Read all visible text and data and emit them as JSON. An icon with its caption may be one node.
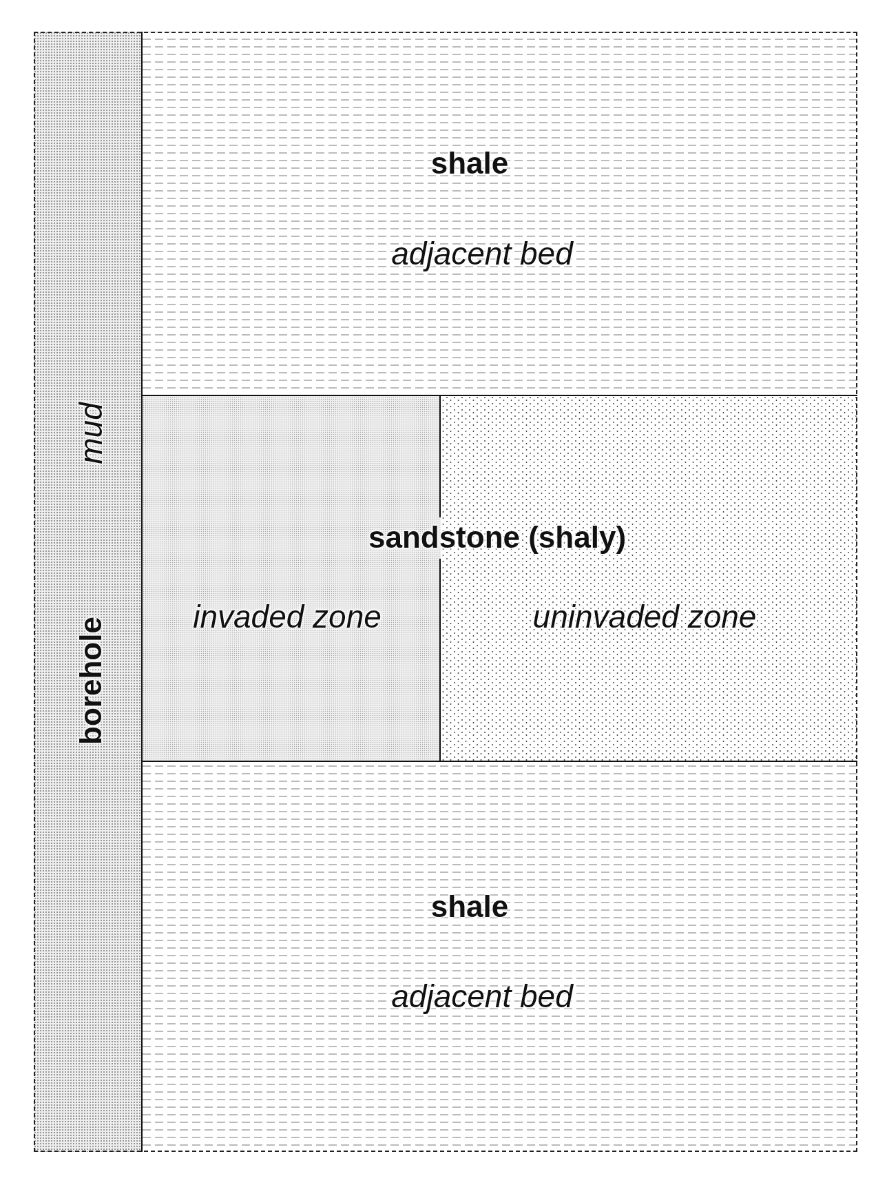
{
  "diagram": {
    "nodes": [
      {
        "text": [
          "mud",
          "borehole"
        ]
      },
      {
        "text": [
          "shale",
          "adjacent bed"
        ]
      },
      {
        "text": [
          "sandstone (shaly)"
        ]
      },
      {
        "text": [
          "invaded zone"
        ],
        "in": 2
      },
      {
        "text": [
          "uninvaded zone"
        ],
        "in": 2
      },
      {
        "text": [
          "shale",
          "adjacent bed"
        ]
      }
    ],
    "edges": []
  }
}
